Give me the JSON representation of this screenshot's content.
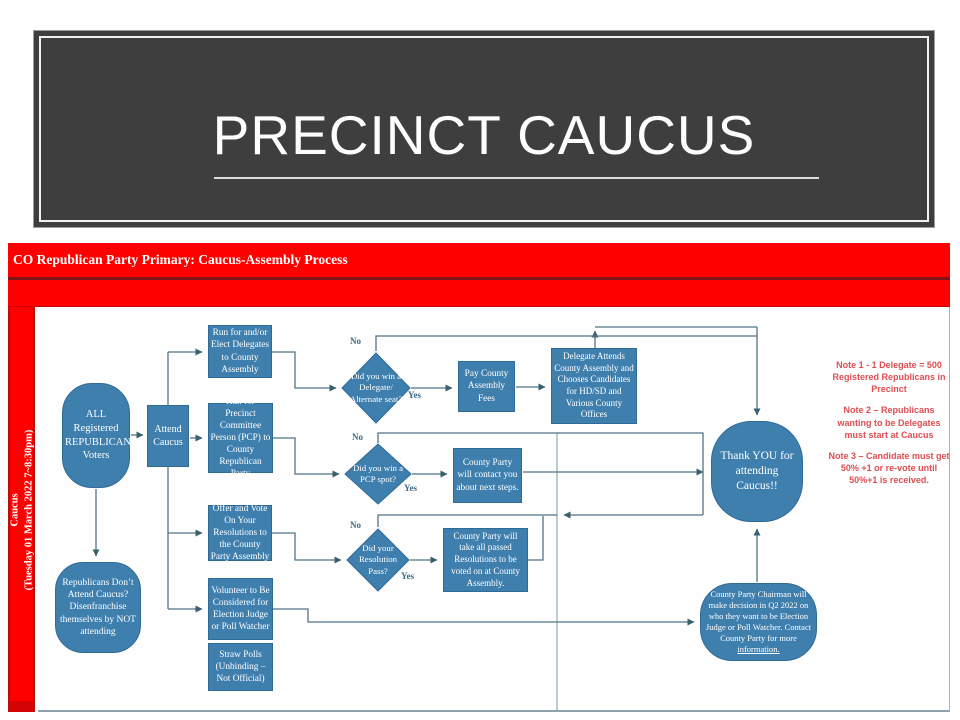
{
  "slide": {
    "title": "PRECINCT CAUCUS"
  },
  "flowchart": {
    "header": "CO Republican Party Primary: Caucus-Assembly Process",
    "sidebar": {
      "line1": "Caucus",
      "line2": "(Tuesday 01 March 2022 7~8:30pm)"
    },
    "nodes": {
      "voters": "ALL Registered REPUBLICAN Voters",
      "attend": "Attend Caucus",
      "run_delegates": "Run for and/or Elect Delegates to County Assembly",
      "run_pcp": "Run for Precinct Committee Person (PCP) to County Republican Party",
      "offer_resolutions": "Offer and Vote On Your Resolutions to the County Party Assembly",
      "volunteer": "Volunteer to Be Considered for Election Judge or Poll Watcher",
      "straw_polls": "Straw Polls (Unbinding – Not Official)",
      "decision_delegate": "Did you win a Delegate/ Alternate seat?",
      "pay_fees": "Pay County Assembly Fees",
      "delegate_attends": "Delegate Attends County Assembly and Chooses Candidates for HD/SD and Various County Offices",
      "decision_pcp": "Did you win a PCP spot?",
      "contact": "County Party will contact you about next steps.",
      "decision_resolution": "Did your Resolution Pass?",
      "resolutions": "County Party will take all passed Resolutions to be voted on at County Assembly.",
      "not_attend": "Republicans Don’t Attend Caucus? Disenfranchise themselves by NOT attending",
      "thank_you": "Thank YOU for attending Caucus!!",
      "chairman": "County Party Chairman will make decision in Q2 2022 on who they want to be Election Judge or Poll Watcher. Contact County Party for more",
      "chairman_underlined": "information."
    },
    "labels": {
      "yes": "Yes",
      "no": "No"
    },
    "notes": [
      "Note 1 - 1 Delegate = 500 Registered Republicans in Precinct",
      "Note 2 – Republicans wanting to be Delegates must start at Caucus",
      "Note 3 – Candidate must get 50% +1 or re-vote until 50%+1 is received."
    ],
    "colors": {
      "band_red": "#fe0000",
      "node_blue": "#3f7fae",
      "note_red": "#dd4e52",
      "connector": "#527388",
      "title_bg": "#3e3e3e"
    }
  }
}
